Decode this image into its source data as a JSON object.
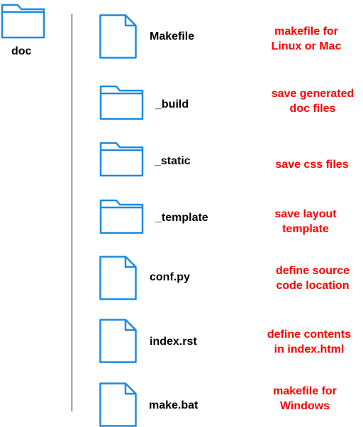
{
  "colors": {
    "icon_stroke": "#1b8be0",
    "note_text": "#ff0000",
    "label_text": "#000000"
  },
  "root": {
    "icon": "folder-icon",
    "label": "doc"
  },
  "entries": [
    {
      "icon": "file-icon",
      "name": "Makefile",
      "description": [
        "makefile for",
        "Linux or Mac"
      ]
    },
    {
      "icon": "folder-icon",
      "name": "_build",
      "description": [
        "save generated",
        "doc files"
      ]
    },
    {
      "icon": "folder-icon",
      "name": "_static",
      "description": [
        "save css files"
      ]
    },
    {
      "icon": "folder-icon",
      "name": "_template",
      "description": [
        "save layout",
        "template"
      ]
    },
    {
      "icon": "file-icon",
      "name": "conf.py",
      "description": [
        "define source",
        "code location"
      ]
    },
    {
      "icon": "file-icon",
      "name": "index.rst",
      "description": [
        "define contents",
        "in index.html"
      ]
    },
    {
      "icon": "file-icon",
      "name": "make.bat",
      "description": [
        "makefile for",
        "Windows"
      ]
    }
  ]
}
